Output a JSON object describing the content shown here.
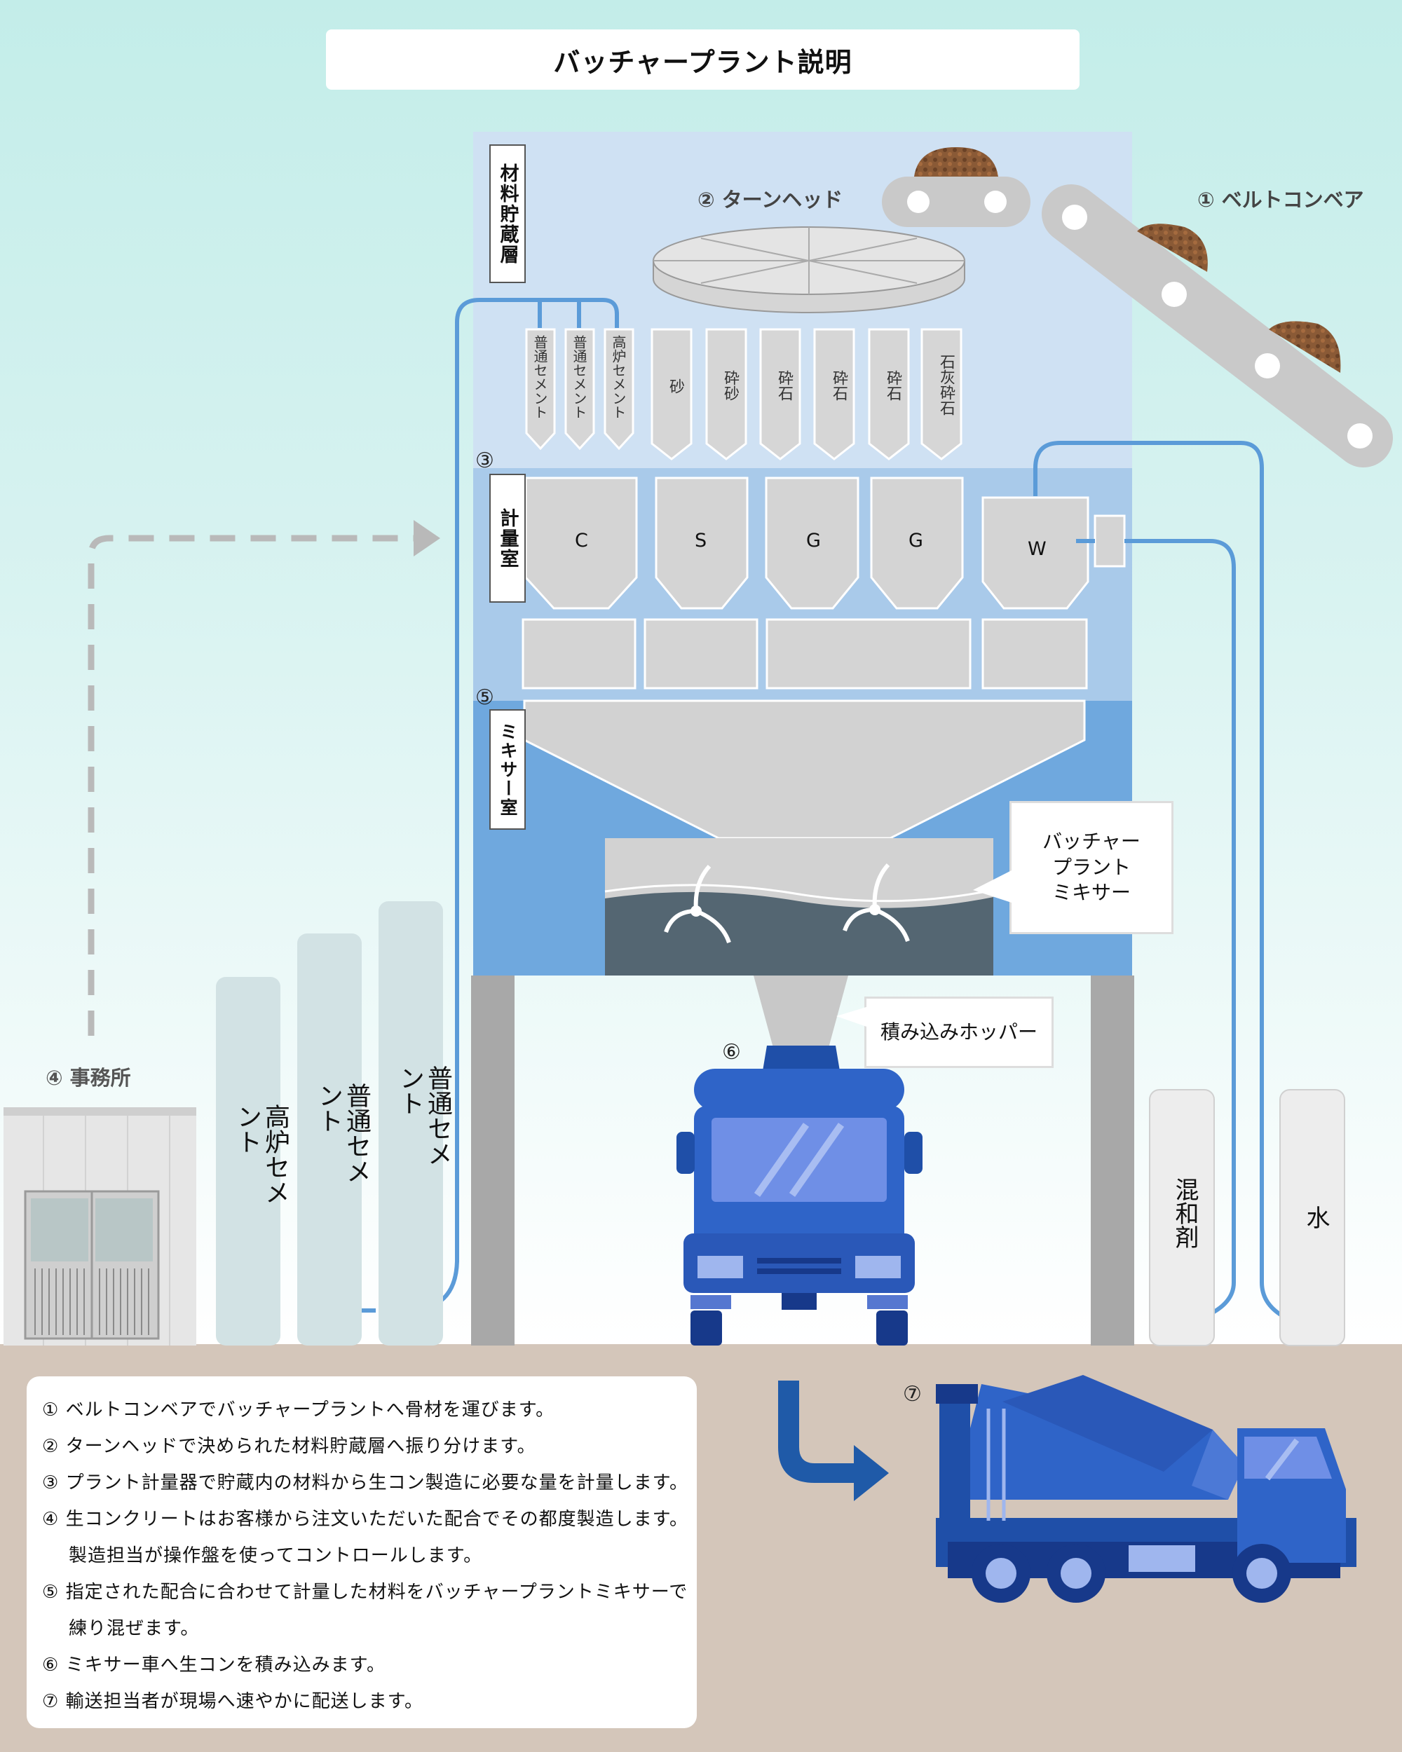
{
  "title": "バッチャープラント説明",
  "labels": {
    "belt_conveyor": "① ベルトコンベア",
    "turn_head": "② ターンヘッド",
    "num3": "③",
    "num5": "⑤",
    "num6": "⑥",
    "num7": "⑦",
    "office": "④ 事務所",
    "storage_layer": "材料貯蔵層",
    "weighing_room": "計量室",
    "mixer_room": "ミキサー室"
  },
  "bins": [
    "普通セメント",
    "普通セメント",
    "高炉セメント",
    "砂",
    "砕砂",
    "砕石",
    "砕石",
    "砕石",
    "石灰砕石"
  ],
  "weigh_hoppers": [
    "C",
    "S",
    "G",
    "G",
    "W"
  ],
  "callouts": {
    "mixer": "バッチャー\nプラント\nミキサー",
    "hopper": "積み込みホッパー"
  },
  "silos": [
    "高炉セメント",
    "普通セメント",
    "普通セメント"
  ],
  "tanks": [
    "混和剤",
    "水"
  ],
  "steps": [
    {
      "text": "① ベルトコンベアでバッチャープラントへ骨材を運びます。"
    },
    {
      "text": "② ターンヘッドで決められた材料貯蔵層へ振り分けます。"
    },
    {
      "text": "③ プラント計量器で貯蔵内の材料から生コン製造に必要な量を計量します。"
    },
    {
      "text": "④ 生コンクリートはお客様から注文いただいた配合でその都度製造します。"
    },
    {
      "text": "製造担当が操作盤を使ってコントロールします。",
      "cont": true
    },
    {
      "text": "⑤ 指定された配合に合わせて計量した材料をバッチャープラントミキサーで"
    },
    {
      "text": "練り混ぜます。",
      "cont": true
    },
    {
      "text": "⑥ ミキサー車へ生コンを積み込みます。"
    },
    {
      "text": "⑦ 輸送担当者が現場へ速やかに配送します。"
    }
  ],
  "colors": {
    "plant_top": "#cfe1f3",
    "plant_mid": "#a9caea",
    "plant_low": "#6fa8de",
    "pipe": "#5b9bd8",
    "truck": "#2f64c8",
    "ground": "#d4c6ba"
  }
}
